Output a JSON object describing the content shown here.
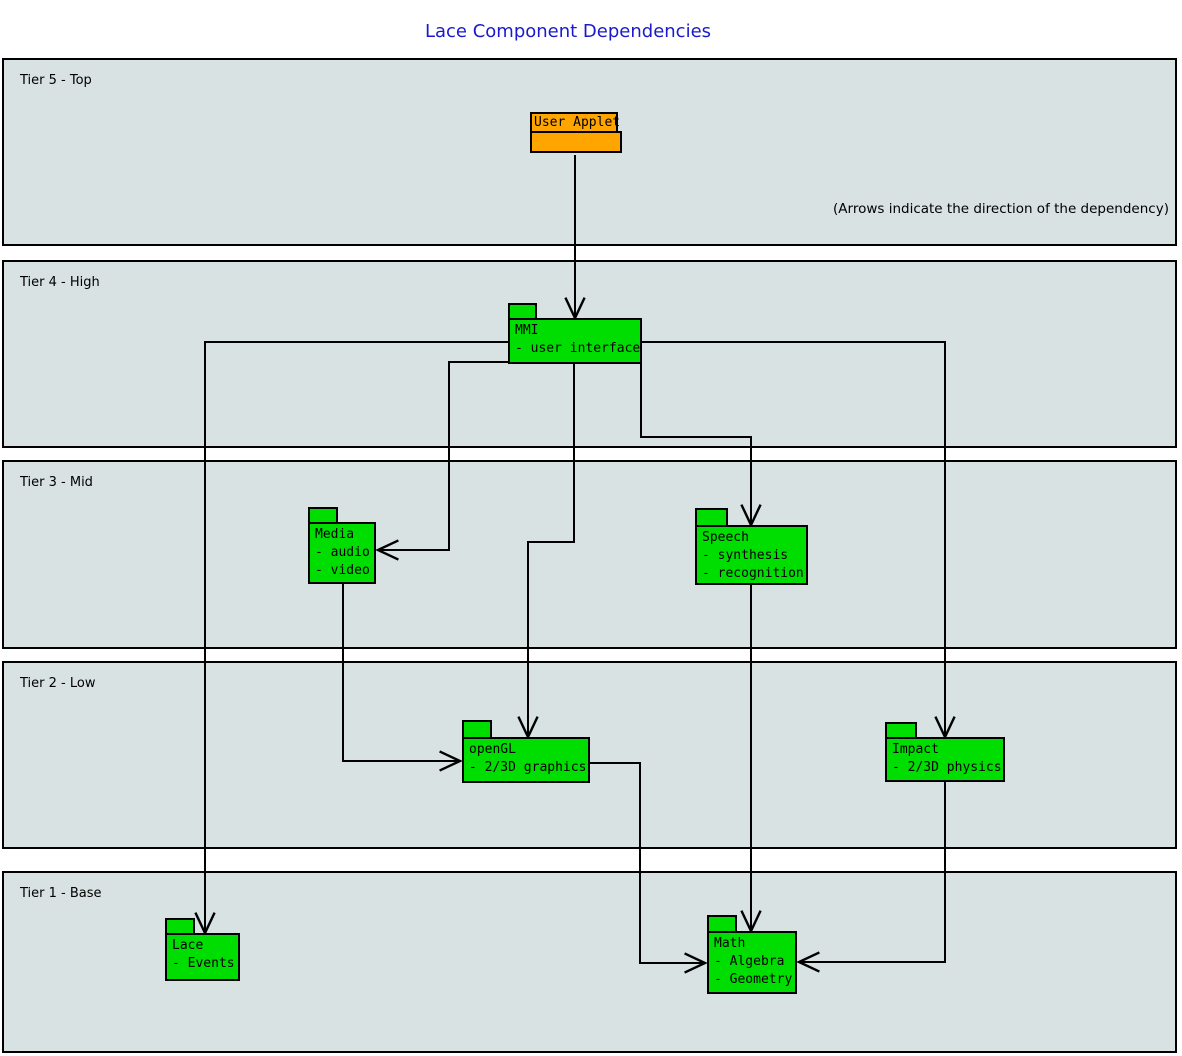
{
  "title": "Lace Component Dependencies",
  "note": "(Arrows indicate the direction of the dependency)",
  "colors": {
    "tier_background": "#d8e2e2",
    "component_fill": "#00dd00",
    "user_applet_fill": "#ffa500",
    "border": "#000000",
    "title_text": "#1a1acc"
  },
  "tiers": [
    {
      "label": "Tier 5 - Top"
    },
    {
      "label": "Tier 4 - High"
    },
    {
      "label": "Tier 3 - Mid"
    },
    {
      "label": "Tier 2 - Low"
    },
    {
      "label": "Tier 1 - Base"
    }
  ],
  "components": {
    "user_applet": {
      "name": "User Applet",
      "details": []
    },
    "mmi": {
      "name": "MMI",
      "details": [
        "- user interface"
      ]
    },
    "media": {
      "name": "Media",
      "details": [
        "- audio",
        "- video"
      ]
    },
    "speech": {
      "name": "Speech",
      "details": [
        "- synthesis",
        "- recognition"
      ]
    },
    "opengl": {
      "name": "openGL",
      "details": [
        "- 2/3D graphics"
      ]
    },
    "impact": {
      "name": "Impact",
      "details": [
        "- 2/3D physics"
      ]
    },
    "lace": {
      "name": "Lace",
      "details": [
        "- Events"
      ]
    },
    "math": {
      "name": "Math",
      "details": [
        "- Algebra",
        "- Geometry"
      ]
    }
  },
  "edges": [
    {
      "from": "User Applet",
      "to": "MMI"
    },
    {
      "from": "MMI",
      "to": "Lace"
    },
    {
      "from": "MMI",
      "to": "Media"
    },
    {
      "from": "MMI",
      "to": "openGL"
    },
    {
      "from": "MMI",
      "to": "Speech"
    },
    {
      "from": "MMI",
      "to": "Impact"
    },
    {
      "from": "Media",
      "to": "openGL"
    },
    {
      "from": "Speech",
      "to": "Math"
    },
    {
      "from": "openGL",
      "to": "Math"
    },
    {
      "from": "Impact",
      "to": "Math"
    }
  ]
}
